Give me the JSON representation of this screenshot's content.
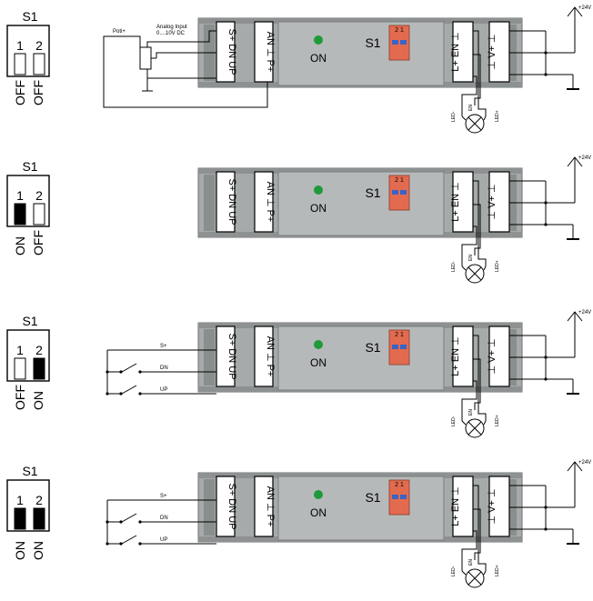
{
  "device": {
    "s1_label": "S1",
    "on_led": "ON",
    "term_left_a": "S+ DN UP",
    "term_left_b": "AN ⊥ P+",
    "term_right_a": "L+ EN ⊥",
    "term_right_b": "⊥ V+ ⊥",
    "dip_numbers": "2 1",
    "colors": {
      "housing": "#9fa3a3",
      "housing_dark": "#6f7474",
      "led": "#1f9a3a",
      "dip": "#e26b4f",
      "dip_button": "#3a63c7"
    }
  },
  "supply": {
    "label": "+24V"
  },
  "lamp_labels": {
    "minus": "LED-",
    "en": "EN",
    "plus": "LED+"
  },
  "switch_side": {
    "title": "S1",
    "num1": "1",
    "num2": "2"
  },
  "wiring": {
    "poti": "Poti+",
    "analog_line1": "Analog Input",
    "analog_line2": "0....10V DC",
    "sp": "S+",
    "dn": "DN",
    "up": "UP"
  },
  "panels": [
    {
      "state1": "OFF",
      "state2": "OFF",
      "on1": false,
      "on2": false,
      "mode": "analog"
    },
    {
      "state1": "ON",
      "state2": "OFF",
      "on1": true,
      "on2": false,
      "mode": "none"
    },
    {
      "state1": "OFF",
      "state2": "ON",
      "on1": false,
      "on2": true,
      "mode": "buttons"
    },
    {
      "state1": "ON",
      "state2": "ON",
      "on1": true,
      "on2": true,
      "mode": "buttons"
    }
  ]
}
